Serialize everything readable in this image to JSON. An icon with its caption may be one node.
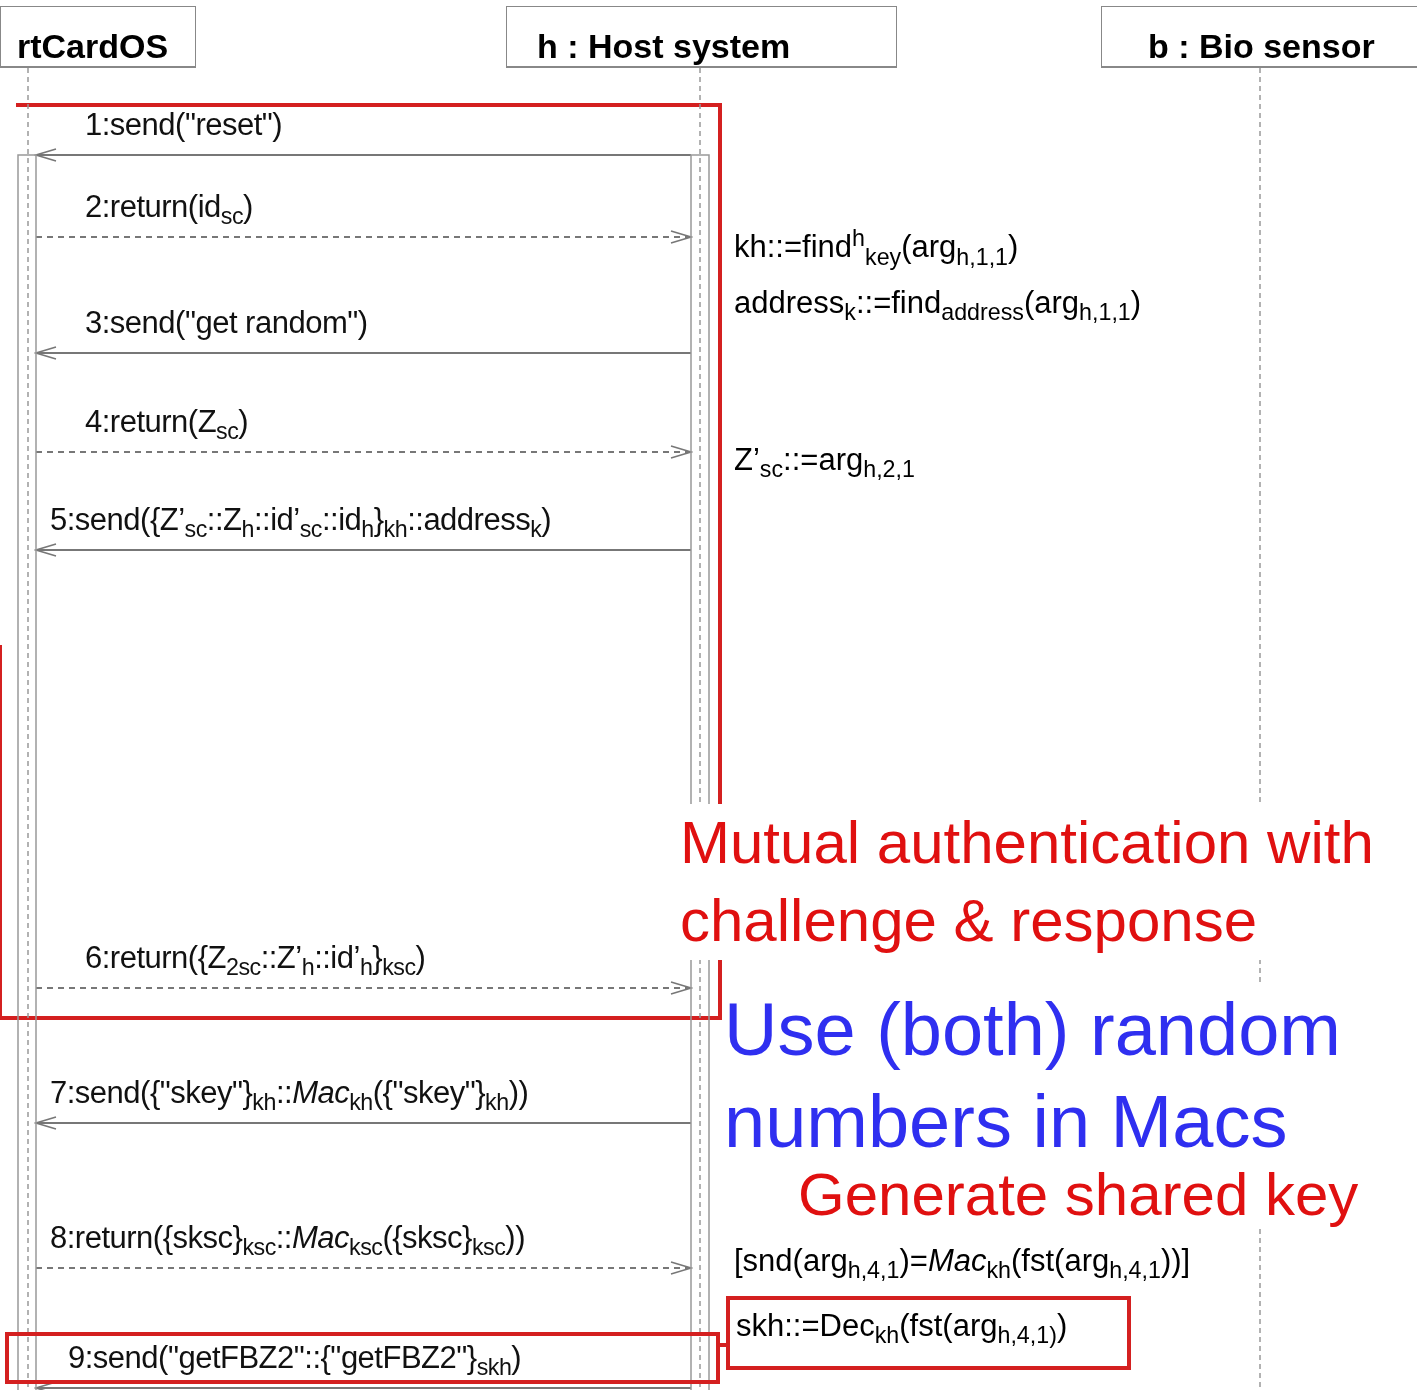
{
  "diagram": {
    "nodes": [
      {
        "text": [
          "rtCardOS"
        ]
      },
      {
        "text": [
          "h : Host system"
        ]
      },
      {
        "text": [
          "b : Bio sensor"
        ]
      },
      {
        "text": [
          "skh::=Dec$_{kh}$(fst(arg$_{h,4,1)}$)"
        ]
      },
      {
        "text": [],
        "shape": "box"
      }
    ],
    "edges": [
      {
        "from": 1,
        "to": 0,
        "arrow": "to",
        "label": "1:send(\"reset\")"
      },
      {
        "from": 0,
        "to": 1,
        "arrow": "to",
        "style": "dashed",
        "label": "2:return(id$_{sc}$)"
      },
      {
        "from": 1,
        "to": 0,
        "arrow": "to",
        "label": "3:send(\"get random\")"
      },
      {
        "from": 0,
        "to": 1,
        "arrow": "to",
        "style": "dashed",
        "label": "4:return(Z$_{sc}$)"
      },
      {
        "from": 1,
        "to": 0,
        "arrow": "to",
        "label": "5:send({Z’$_{sc}$::Z$_{h}$::id’$_{sc}$::id$_{h}$}$_{kh}$::address$_{k}$)"
      },
      {
        "from": 0,
        "to": 1,
        "arrow": "to",
        "style": "dashed",
        "label": "6:return({Z$_{2sc}$::Z’$_{h}$::id’$_{h}$}$_{ksc}$)"
      },
      {
        "from": 1,
        "to": 0,
        "arrow": "to",
        "label": "7:send({\"skey\"}$_{kh}$::*Mac*$_{kh}$({\"skey\"}$_{kh}$))"
      },
      {
        "from": 0,
        "to": 1,
        "arrow": "to",
        "style": "dashed",
        "label": "8:return({sksc}$_{ksc}$::*Mac*$_{ksc}$({sksc}$_{ksc}$))"
      },
      {
        "from": 1,
        "to": 0,
        "arrow": "to",
        "label": "9:send(\"getFBZ2\"::{\"getFBZ2\"}$_{skh}$)"
      },
      {
        "from": 4,
        "to": 3,
        "arrow": "none",
        "style": "thick",
        "color": "#d42020"
      }
    ],
    "labels": [
      "kh::=find$^{h}$$_{key}$(arg$_{h,1,1}$)",
      "address$_{k}$::=find$_{address}$(arg$_{h,1,1}$)",
      "Z’$_{sc}$::=arg$_{h,2,1}$",
      "Mutual authentication with challenge & response",
      "Use (both) random numbers in Macs",
      "Generate shared key",
      "[snd(arg$_{h,4,1}$)=*Mac*$_{kh}$(fst(arg$_{h,4,1}$))]"
    ]
  }
}
